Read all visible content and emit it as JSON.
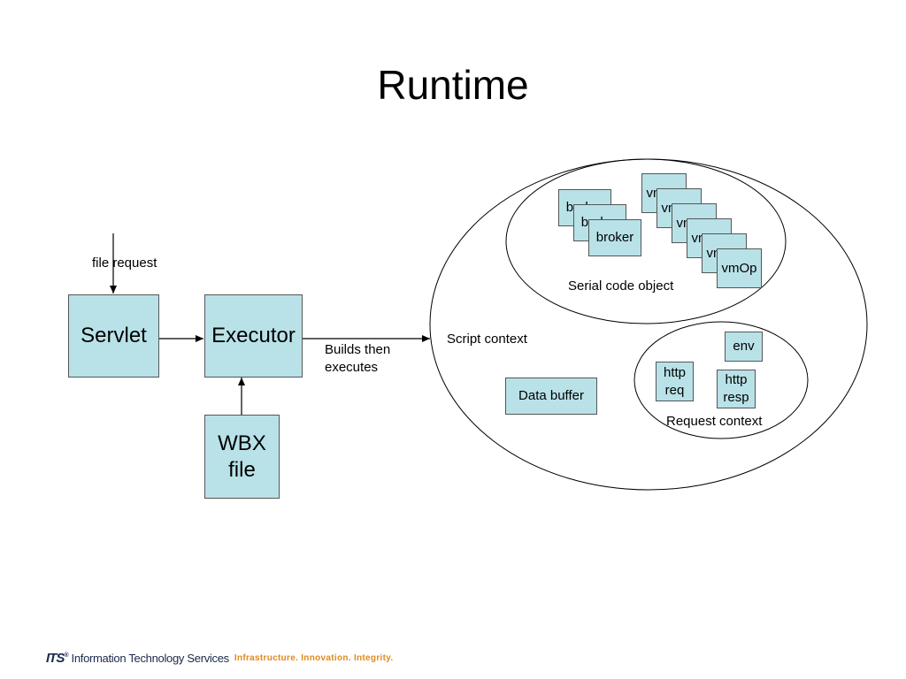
{
  "slide": {
    "title": "Runtime"
  },
  "diagram": {
    "servlet": "Servlet",
    "executor": "Executor",
    "wbx_file": "WBX\nfile",
    "file_request": "file request",
    "builds_then_executes": "Builds then\nexecutes",
    "script_context": "Script context",
    "serial_code_object": "Serial code object",
    "request_context": "Request context",
    "data_buffer": "Data buffer",
    "env": "env",
    "http_req": "http\nreq",
    "http_resp": "http\nresp",
    "broker_stack": [
      "broker",
      "broker",
      "broker"
    ],
    "vmop_stack": [
      "vmOp",
      "vmOp",
      "vmOp",
      "vmOp",
      "vmOp",
      "vmOp"
    ]
  },
  "footer": {
    "logo": "ITS",
    "org_name": "Information Technology Services",
    "tagline": "Infrastructure. Innovation. Integrity."
  },
  "colors": {
    "box_fill": "#b8e2e8",
    "tagline": "#e08a1e"
  }
}
